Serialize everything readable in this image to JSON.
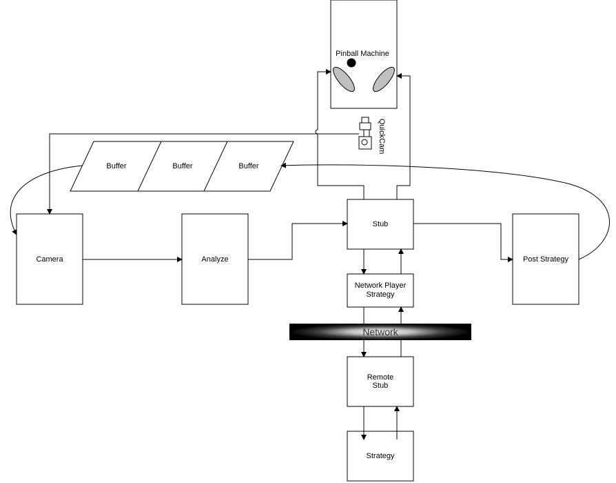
{
  "pinball": {
    "label": "Pinball Machine"
  },
  "quickcam": {
    "label": "QuickCam"
  },
  "buffers": [
    {
      "label": "Buffer"
    },
    {
      "label": "Buffer"
    },
    {
      "label": "Buffer"
    }
  ],
  "boxes": {
    "camera": "Camera",
    "analyze": "Analyze",
    "stub": "Stub",
    "post_strategy": "Post Strategy",
    "network_player_strategy": [
      "Network Player",
      "Strategy"
    ],
    "remote_stub": [
      "Remote",
      "Stub"
    ],
    "strategy": "Strategy"
  },
  "network": {
    "label": "Network"
  },
  "colors": {
    "line": "#000000",
    "flipper": "#c0c0c0",
    "network_glow": "#ffffff",
    "network_bg": "#000000"
  }
}
